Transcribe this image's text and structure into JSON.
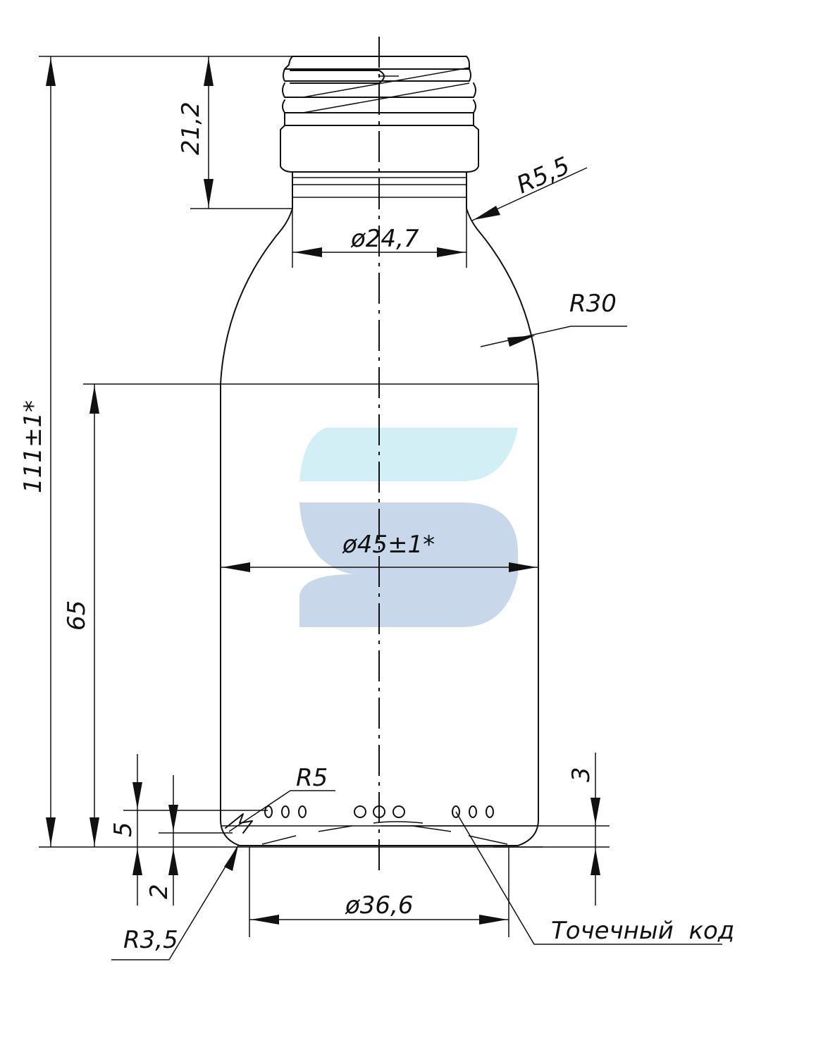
{
  "colors": {
    "line": "#111111",
    "logo_light": "#d3eff6",
    "logo_mid": "#c8d8ea"
  },
  "dims": {
    "total_height": "111±1*",
    "finish_height": "21,2",
    "neck_radius": "R5,5",
    "neck_diameter": "ø24,7",
    "shoulder_radius": "R30",
    "body_height": "65",
    "body_diameter": "ø45±1*",
    "heel_radius_outer": "R5",
    "heel_height": "5",
    "dots_offset": "3",
    "base_step": "2",
    "base_radius": "R3,5",
    "base_diameter": "ø36,6",
    "dot_code_label": "Точечный  код"
  }
}
